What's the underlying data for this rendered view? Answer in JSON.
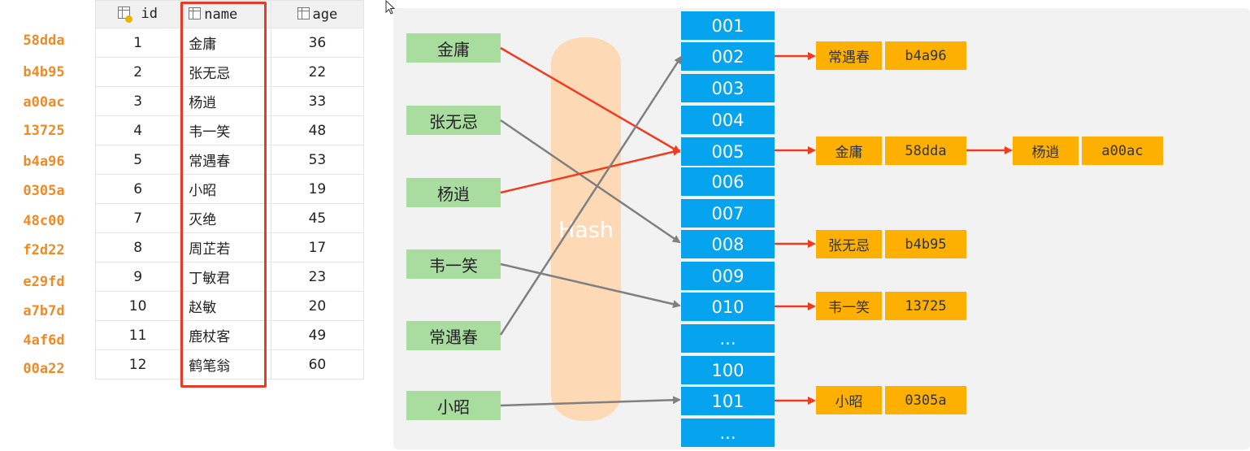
{
  "table": {
    "headers": {
      "id": "id",
      "name": "name",
      "age": "age"
    },
    "rows": [
      {
        "hash": "58dda",
        "id": "1",
        "name": "金庸",
        "age": "36"
      },
      {
        "hash": "b4b95",
        "id": "2",
        "name": "张无忌",
        "age": "22"
      },
      {
        "hash": "a00ac",
        "id": "3",
        "name": "杨逍",
        "age": "33"
      },
      {
        "hash": "13725",
        "id": "4",
        "name": "韦一笑",
        "age": "48"
      },
      {
        "hash": "b4a96",
        "id": "5",
        "name": "常遇春",
        "age": "53"
      },
      {
        "hash": "0305a",
        "id": "6",
        "name": "小昭",
        "age": "19"
      },
      {
        "hash": "48c00",
        "id": "7",
        "name": "灭绝",
        "age": "45"
      },
      {
        "hash": "f2d22",
        "id": "8",
        "name": "周芷若",
        "age": "17"
      },
      {
        "hash": "e29fd",
        "id": "9",
        "name": "丁敏君",
        "age": "23"
      },
      {
        "hash": "a7b7d",
        "id": "10",
        "name": "赵敏",
        "age": "20"
      },
      {
        "hash": "4af6d",
        "id": "11",
        "name": "鹿杖客",
        "age": "49"
      },
      {
        "hash": "00a22",
        "id": "12",
        "name": "鹤笔翁",
        "age": "60"
      }
    ]
  },
  "diagram": {
    "hash_label": "Hash",
    "keys": [
      "金庸",
      "张无忌",
      "杨逍",
      "韦一笑",
      "常遇春",
      "小昭"
    ],
    "buckets": [
      "001",
      "002",
      "003",
      "004",
      "005",
      "006",
      "007",
      "008",
      "009",
      "010",
      "...",
      "100",
      "101",
      "..."
    ],
    "entries": [
      {
        "name": "常遇春",
        "hash": "b4a96"
      },
      {
        "name": "金庸",
        "hash": "58dda"
      },
      {
        "name": "杨逍",
        "hash": "a00ac"
      },
      {
        "name": "张无忌",
        "hash": "b4b95"
      },
      {
        "name": "韦一笑",
        "hash": "13725"
      },
      {
        "name": "小昭",
        "hash": "0305a"
      }
    ]
  },
  "colors": {
    "bucket": "#06a4ee",
    "key_box": "#a9dda0",
    "entry": "#fdb000",
    "red_arrow": "#f03c1e",
    "gray_arrow": "#808080",
    "hash_band": "#fdd9b5",
    "hash_text": "#f08a24",
    "highlight": "#e53c2a"
  },
  "icons": [
    "cursor-icon",
    "primary-key-icon",
    "column-icon"
  ]
}
